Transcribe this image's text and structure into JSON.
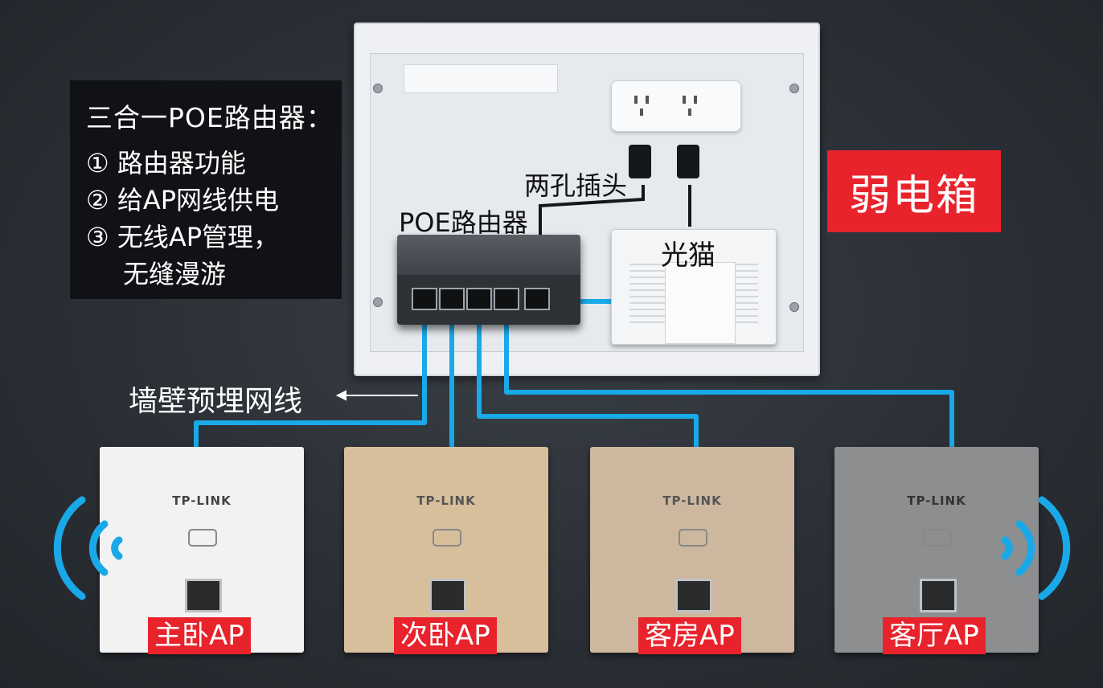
{
  "info": {
    "title": "三合一POE路由器：",
    "lines": [
      "① 路由器功能",
      "② 给AP网线供电",
      "③ 无线AP管理，",
      "无缝漫游"
    ]
  },
  "labels": {
    "plug": "两孔插头",
    "router": "POE路由器",
    "modem": "光猫",
    "weak_box": "弱电箱",
    "wall_cable": "墙壁预埋网线"
  },
  "aps": [
    {
      "brand": "TP-LINK",
      "label": "主卧AP"
    },
    {
      "brand": "TP-LINK",
      "label": "次卧AP"
    },
    {
      "brand": "TP-LINK",
      "label": "客房AP"
    },
    {
      "brand": "TP-LINK",
      "label": "客厅AP"
    }
  ],
  "colors": {
    "cable": "#19a9e8",
    "label_bg": "#e8232c",
    "ap_finishes": [
      "#f2f2f2",
      "#d8bf9c",
      "#cdb89f",
      "#8d8e90"
    ]
  }
}
